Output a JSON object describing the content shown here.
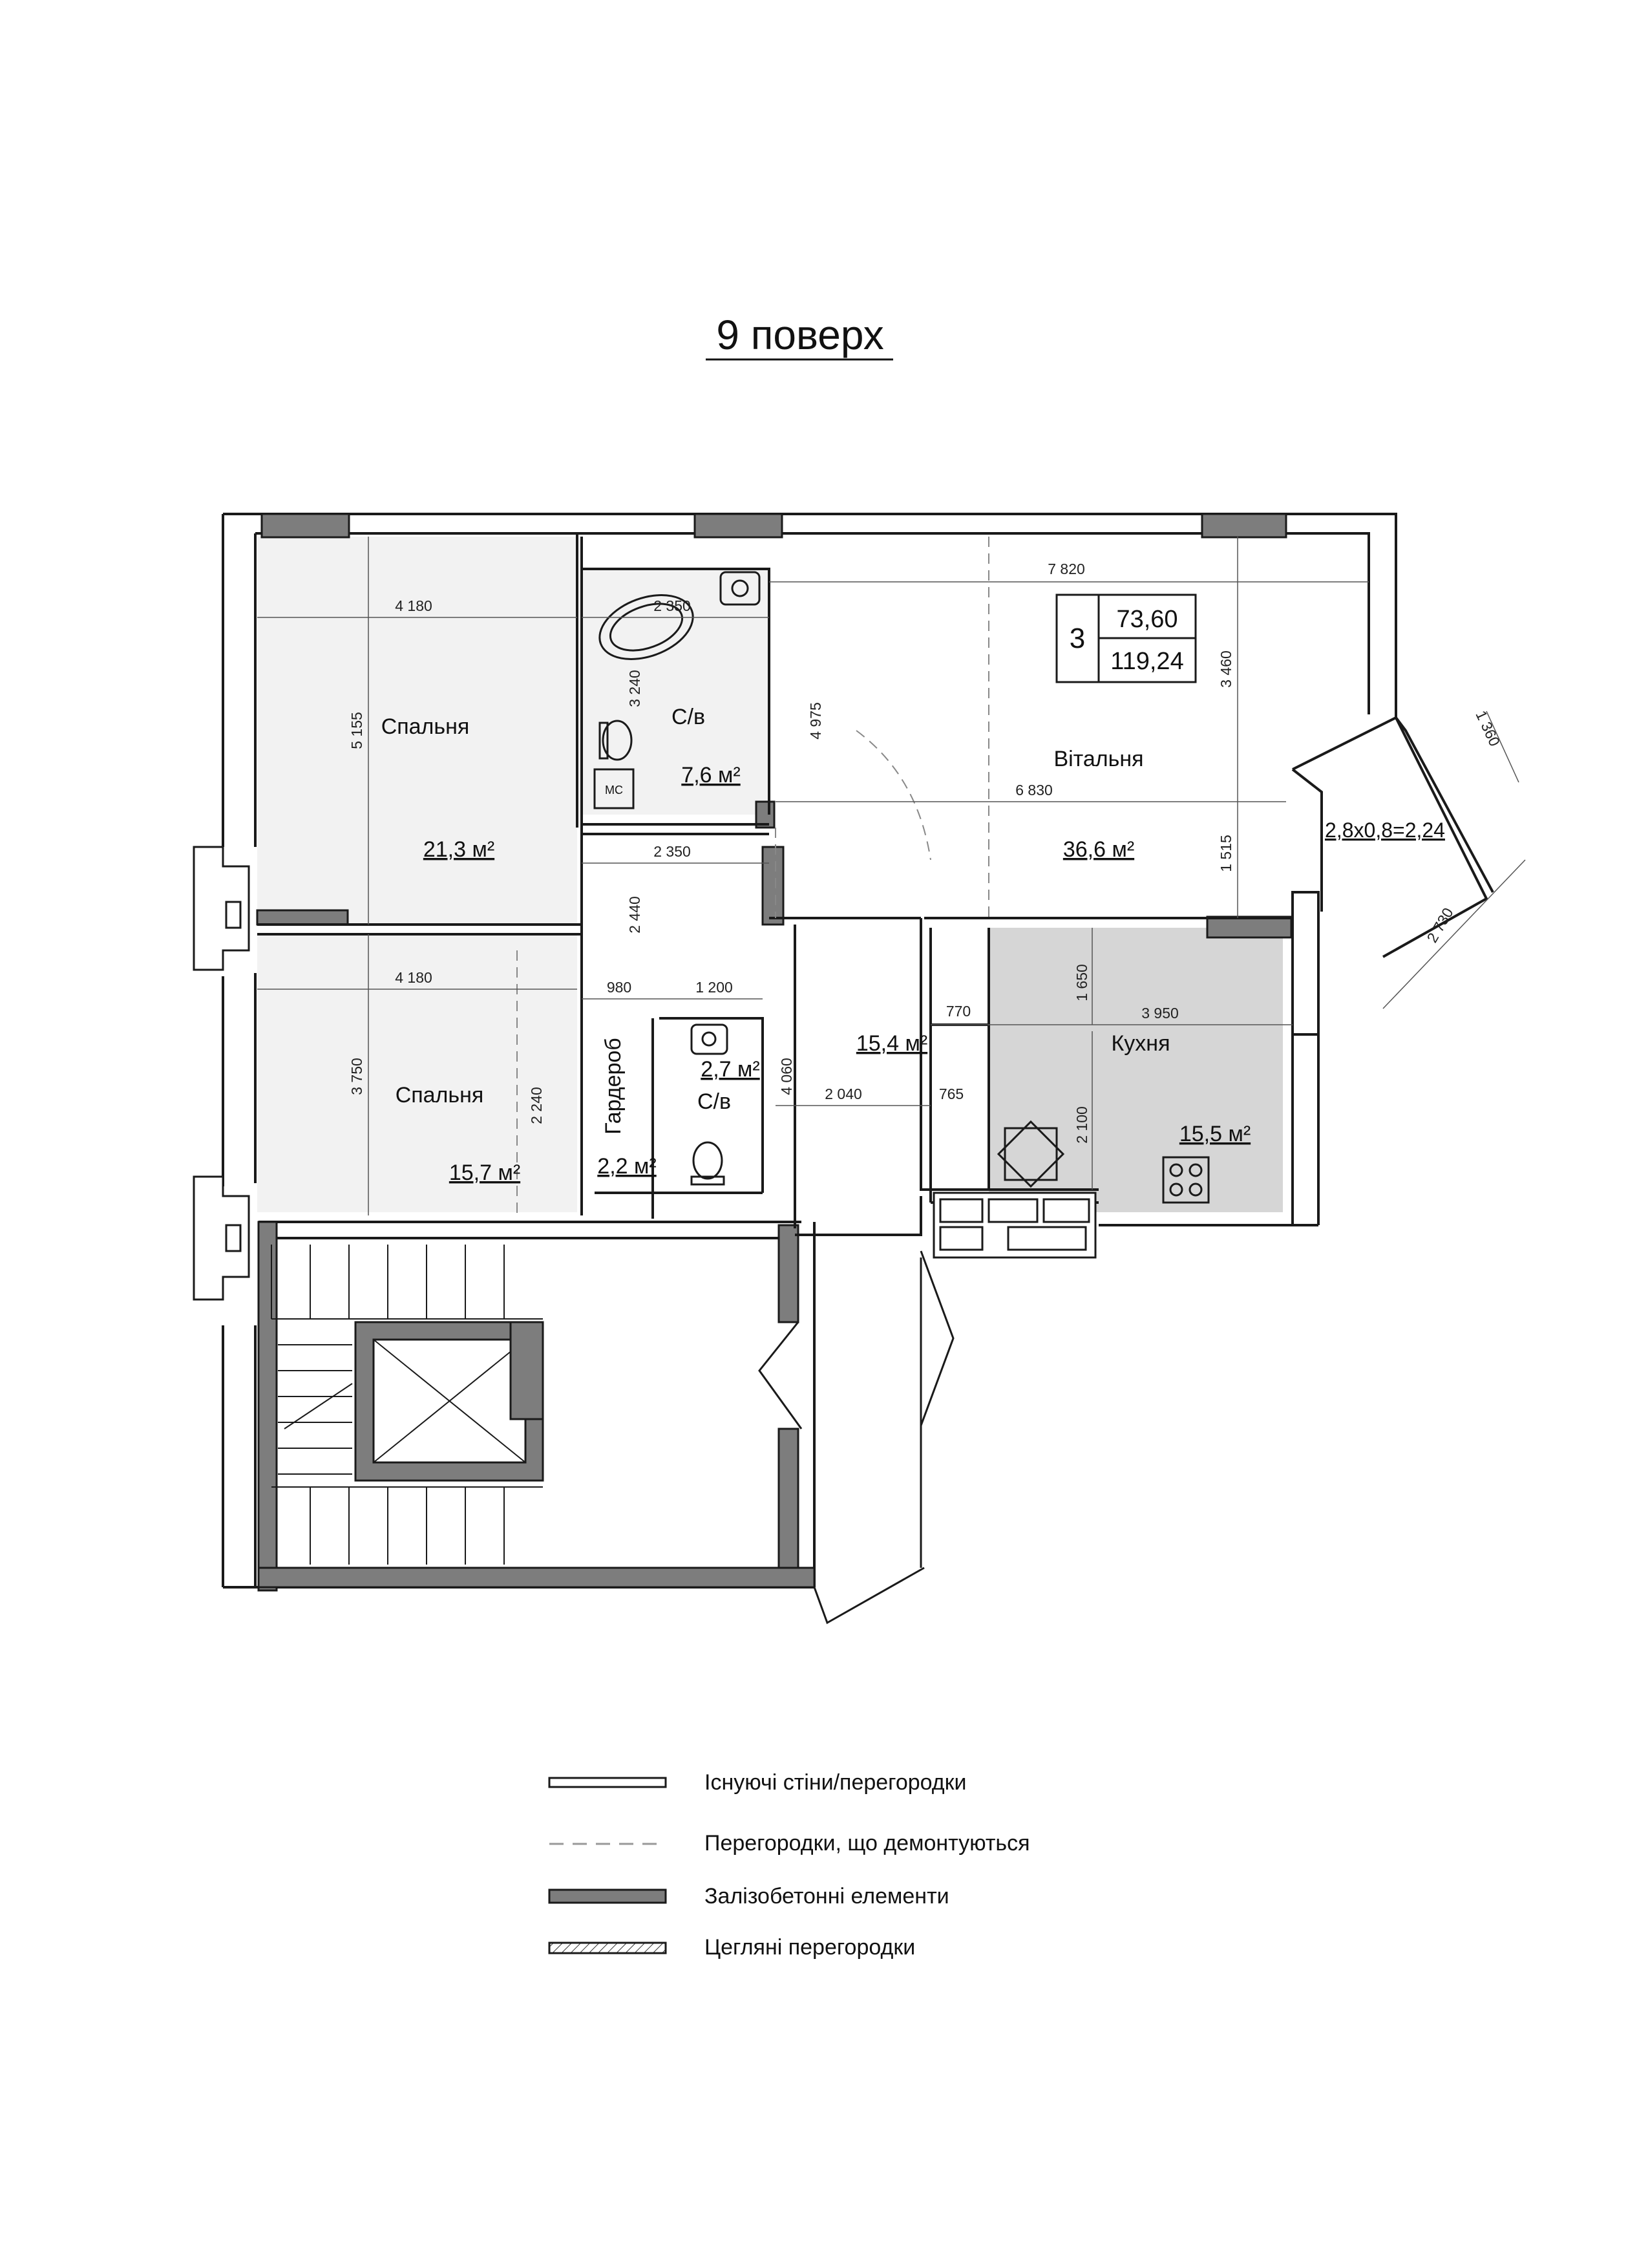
{
  "title": "9 поверх",
  "apartment": {
    "number": "3",
    "living_area": "73,60",
    "total_area": "119,24"
  },
  "rooms": {
    "bedroom1": {
      "name": "Спальня",
      "area": "21,3 м²"
    },
    "bathroom1": {
      "name": "С/в",
      "area": "7,6 м²"
    },
    "living_room": {
      "name": "Вітальня",
      "area": "36,6 м²"
    },
    "balcony": {
      "area": "2,8х0,8=2,24"
    },
    "bedroom2": {
      "name": "Спальня",
      "area": "15,7 м²"
    },
    "wardrobe": {
      "name": "Гардероб",
      "area": "2,2 м²"
    },
    "bathroom2": {
      "name": "С/в",
      "area": "2,7 м²"
    },
    "hall": {
      "area": "15,4 м²"
    },
    "kitchen": {
      "name": "Кухня",
      "area": "15,5 м²"
    }
  },
  "fixtures": {
    "washing_machine": "МС"
  },
  "dimensions": {
    "bedroom1_width": "4 180",
    "bedroom1_depth": "5 155",
    "bath1_width": "2 350",
    "bath1_depth": "3 240",
    "corridor_width": "2 350",
    "corridor_depth": "2 440",
    "living_total_width": "7 820",
    "living_depth_left": "4 975",
    "living_depth_right": "3 460",
    "living_width": "6 830",
    "living_lower": "1 515",
    "balcony_side": "1 360",
    "balcony_length": "2 730",
    "bedroom2_width": "4 180",
    "bedroom2_depth": "3 750",
    "wardrobe_depth": "2 240",
    "wardrobe_width": "980",
    "bath2_width": "1 200",
    "hall_depth": "4 060",
    "hall_width": "2 040",
    "hall_step": "765",
    "kitchen_offset": "770",
    "kitchen_depth_top": "1 650",
    "kitchen_width": "3 950",
    "kitchen_depth": "2 100"
  },
  "legend": [
    {
      "label": "Існуючі стіни/перегородки",
      "style": "existing"
    },
    {
      "label": "Перегородки, що демонтуються",
      "style": "dashed"
    },
    {
      "label": "Залізобетонні елементи",
      "style": "concrete"
    },
    {
      "label": "Цегляні перегородки",
      "style": "brick"
    }
  ],
  "colors": {
    "concrete": "#7d7d7d",
    "kitchen_fill": "#d6d6d6",
    "room_fill": "#f2f2f2",
    "line": "#1a1a1a"
  }
}
